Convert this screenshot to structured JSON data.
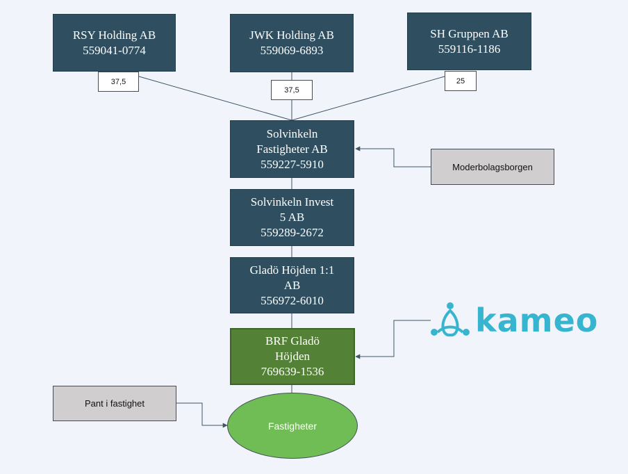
{
  "owners": [
    {
      "name": "RSY Holding AB",
      "org": "559041-0774",
      "share": "37,5"
    },
    {
      "name": "JWK Holding AB",
      "org": "559069-6893",
      "share": "37,5"
    },
    {
      "name": "SH Gruppen AB",
      "org": "559116-1186",
      "share": "25"
    }
  ],
  "chain": [
    {
      "lines": [
        "Solvinkeln",
        "Fastigheter AB",
        "559227-5910"
      ]
    },
    {
      "lines": [
        "Solvinkeln Invest",
        "5 AB",
        "559289-2672"
      ]
    },
    {
      "lines": [
        "Gladö Höjden 1:1",
        "AB",
        "556972-6010"
      ]
    },
    {
      "lines": [
        "BRF Gladö",
        "Höjden",
        "769639-1536"
      ]
    }
  ],
  "notes": {
    "guarantee": "Moderbolagsborgen",
    "mortgage": "Pant i fastighet"
  },
  "asset": "Fastigheter",
  "logo": {
    "text": "kameo",
    "color": "#37b5cf",
    "icon": "kameo-logo-icon"
  },
  "colors": {
    "entity_box": "#2f4f60",
    "borrower_box": "#538135",
    "asset_ellipse": "#70bd55",
    "note_box": "#d0cece",
    "background": "#f1f4fa"
  }
}
